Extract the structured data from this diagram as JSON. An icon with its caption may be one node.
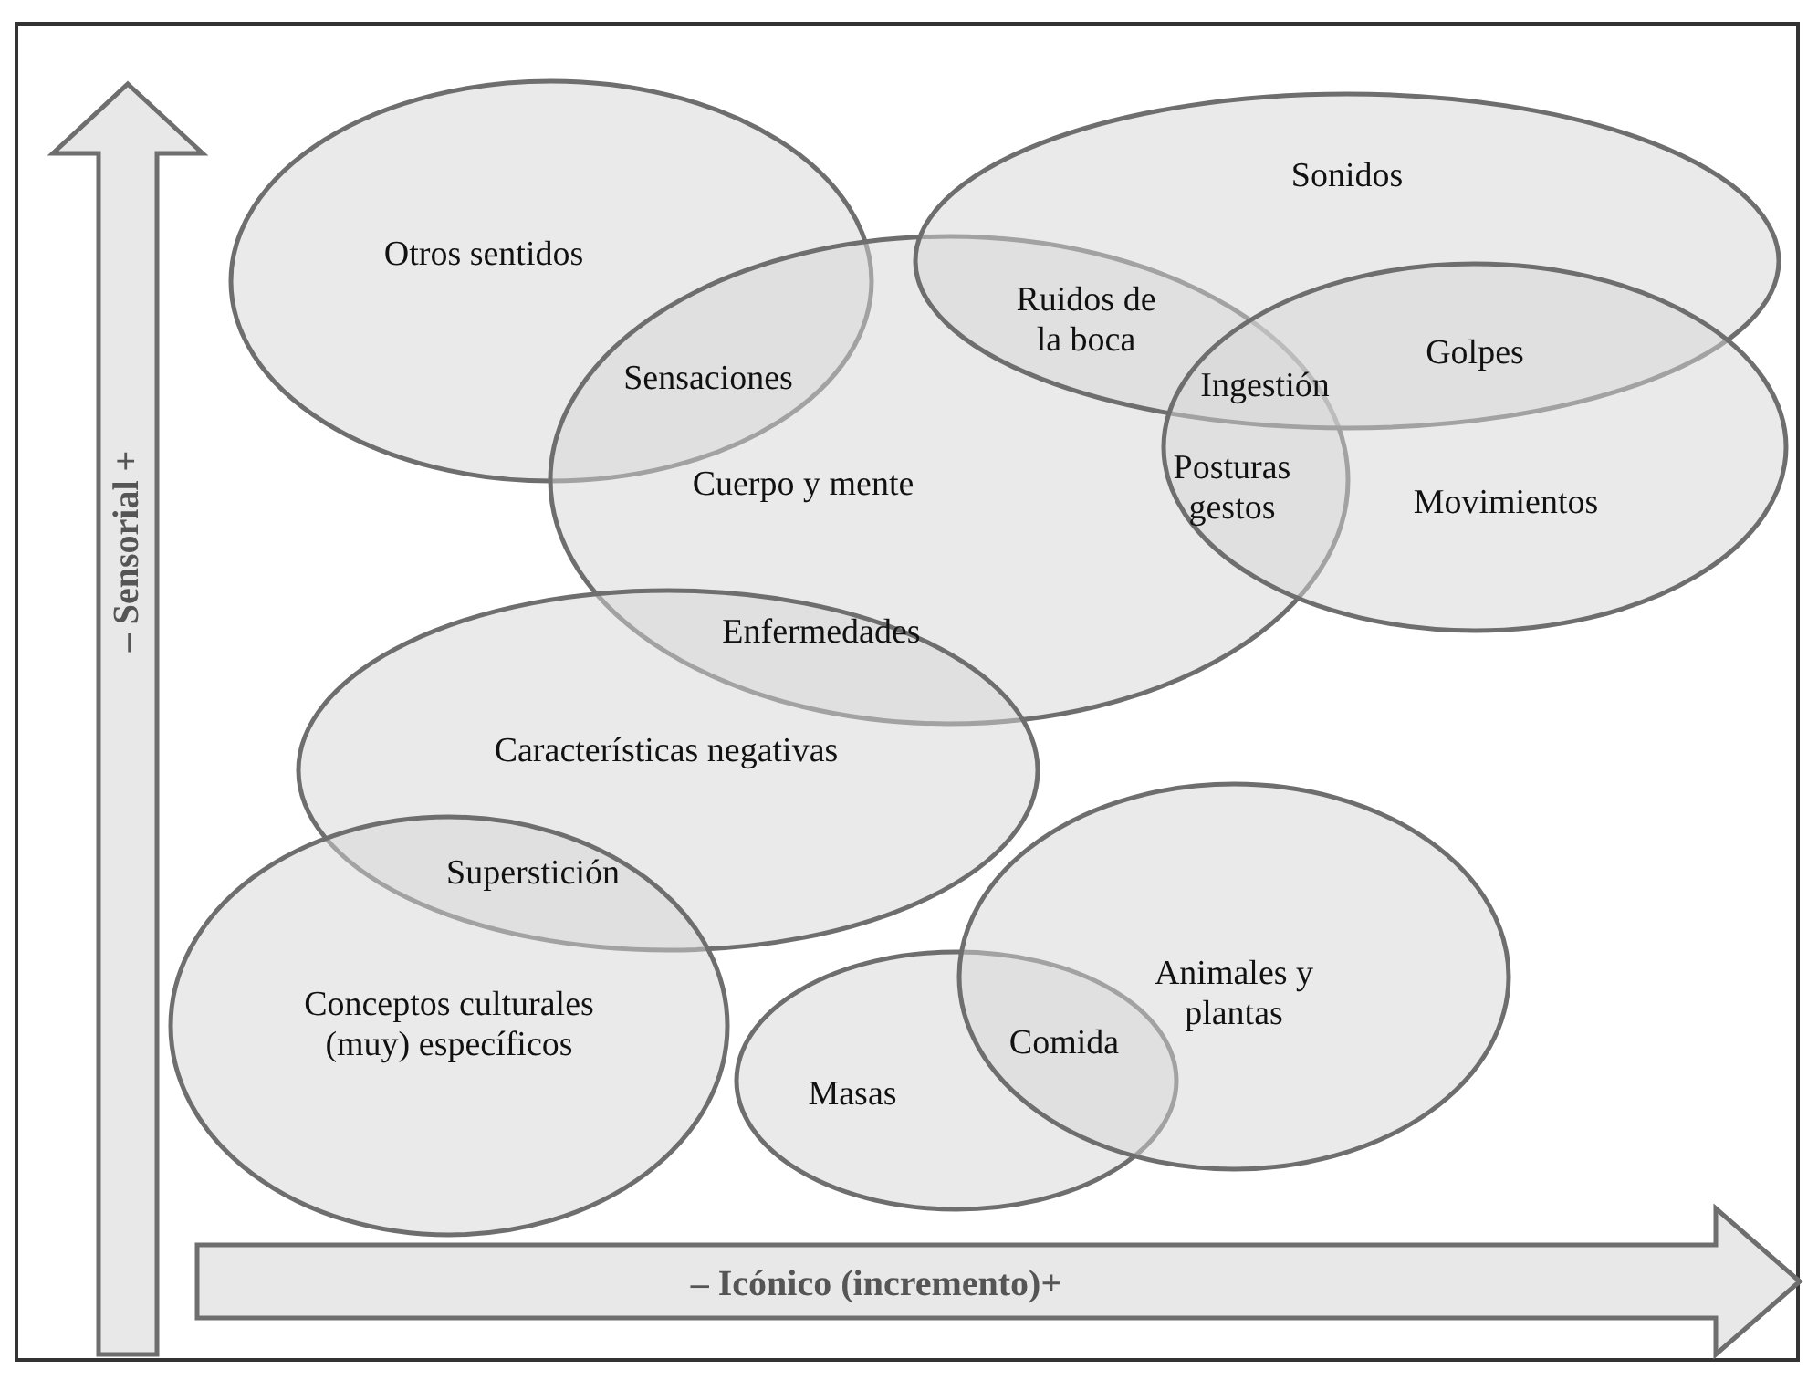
{
  "diagram": {
    "nodes": [
      {
        "text": [
          "Otros sentidos"
        ]
      },
      {
        "text": [
          "Cuerpo y mente"
        ]
      },
      {
        "text": [
          "Sonidos"
        ]
      },
      {
        "text": [
          "Movimientos"
        ]
      },
      {
        "text": [
          "Características negativas"
        ]
      },
      {
        "text": [
          "Conceptos culturales (muy) específicos"
        ]
      },
      {
        "text": [
          "Masas"
        ]
      },
      {
        "text": [
          "Animales y plantas"
        ]
      },
      {
        "text": [
          "– Sensorial +"
        ]
      },
      {
        "text": [
          "– Icónico (incremento)+"
        ]
      }
    ],
    "edges": [],
    "labels": [
      "Sensaciones",
      "Ruidos de la boca",
      "Ingestión",
      "Golpes",
      "Posturas gestos",
      "Enfermedades",
      "Superstición",
      "Comida"
    ]
  }
}
